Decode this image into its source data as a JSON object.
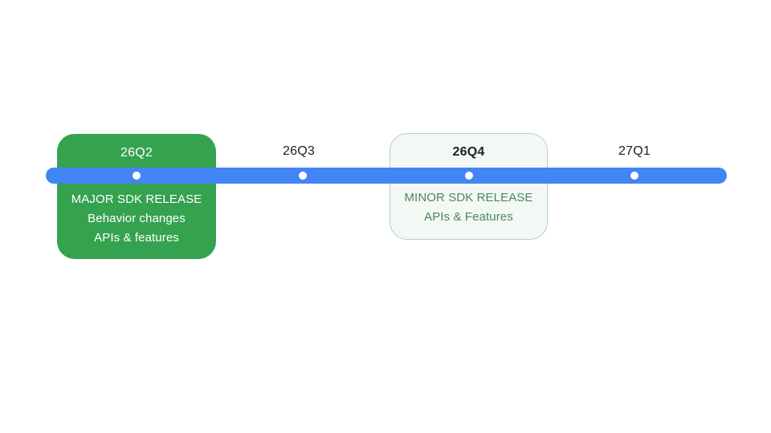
{
  "diagram": {
    "type": "release-timeline",
    "rail_color": "#4285f4",
    "milestones": [
      {
        "quarter": "26Q2",
        "style": "filled",
        "card_color": "#35a24f",
        "text_color": "#ffffff",
        "lines": [
          "MAJOR SDK RELEASE",
          "Behavior changes",
          "APIs & features"
        ]
      },
      {
        "quarter": "26Q3",
        "style": "bare",
        "text_color": "#202124",
        "lines": []
      },
      {
        "quarter": "26Q4",
        "style": "outlined",
        "card_color": "#f2f8f4",
        "border_color": "#b9cfc2",
        "text_color": "#4e8464",
        "lines": [
          "MINOR SDK RELEASE",
          "APIs & Features"
        ]
      },
      {
        "quarter": "27Q1",
        "style": "bare",
        "text_color": "#202124",
        "lines": []
      }
    ]
  }
}
